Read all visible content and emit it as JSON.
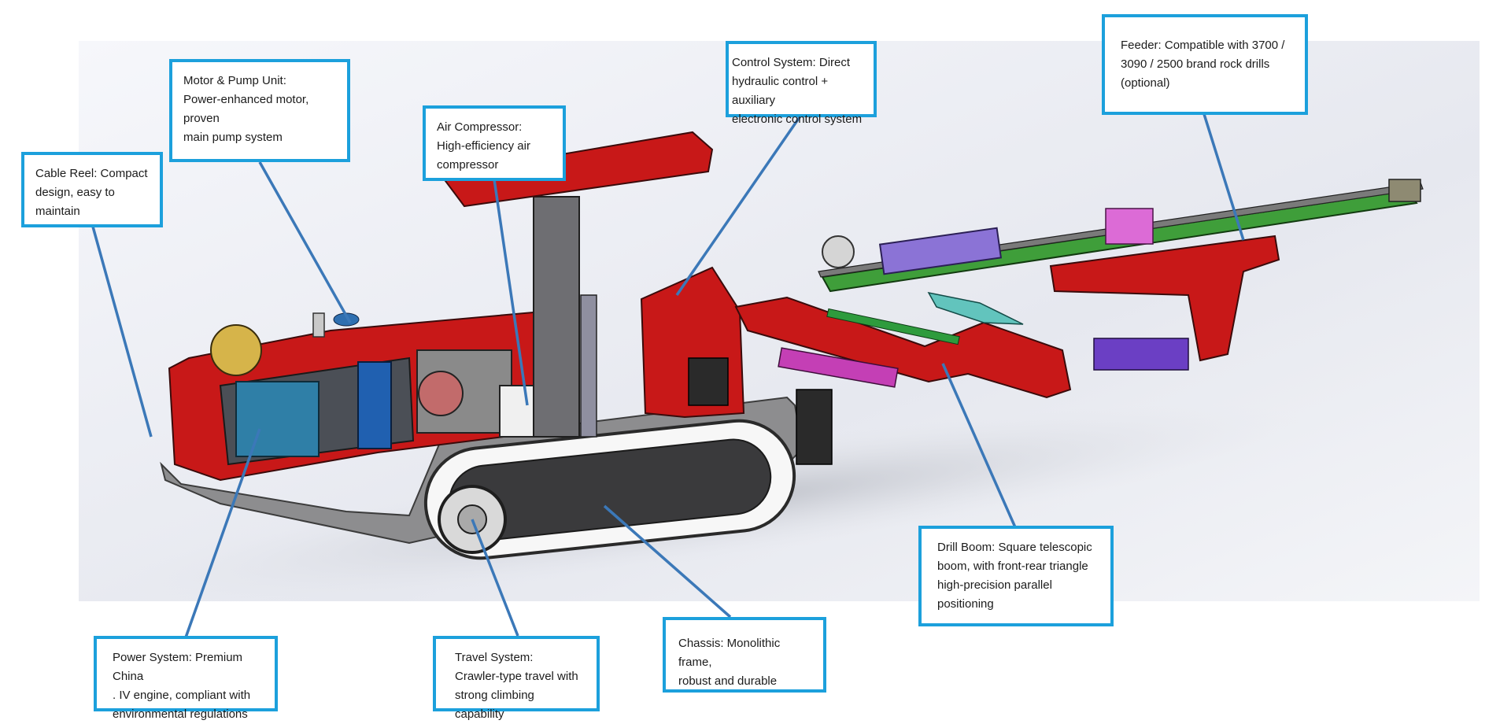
{
  "colors": {
    "callout_border": "#1ca0dc",
    "leader_line": "#3b78b8",
    "machine_red": "#c81818",
    "frame_grey": "#8c8c8c",
    "background": "#ffffff"
  },
  "callouts": {
    "cable_reel": {
      "text": "Cable Reel: Compact\ndesign, easy to maintain"
    },
    "motor_pump": {
      "text": "Motor & Pump Unit:\nPower-enhanced motor, proven\nmain pump system"
    },
    "air_compressor": {
      "text": "Air Compressor:\nHigh-efficiency air\ncompressor"
    },
    "control_system": {
      "text": "Control System: Direct\nhydraulic control + auxiliary\nelectronic control system"
    },
    "feeder": {
      "text": "Feeder: Compatible with 3700 /\n3090 / 2500 brand rock drills\n(optional)"
    },
    "drill_boom": {
      "text": "Drill Boom: Square telescopic\nboom, with front-rear triangle\nhigh-precision parallel\npositioning"
    },
    "power_system": {
      "text": "Power System: Premium China\n. IV engine, compliant with\nenvironmental regulations"
    },
    "travel_system": {
      "text": "Travel System:\nCrawler-type travel with\nstrong climbing capability"
    },
    "chassis": {
      "text": "Chassis: Monolithic frame,\nrobust and durable"
    }
  }
}
